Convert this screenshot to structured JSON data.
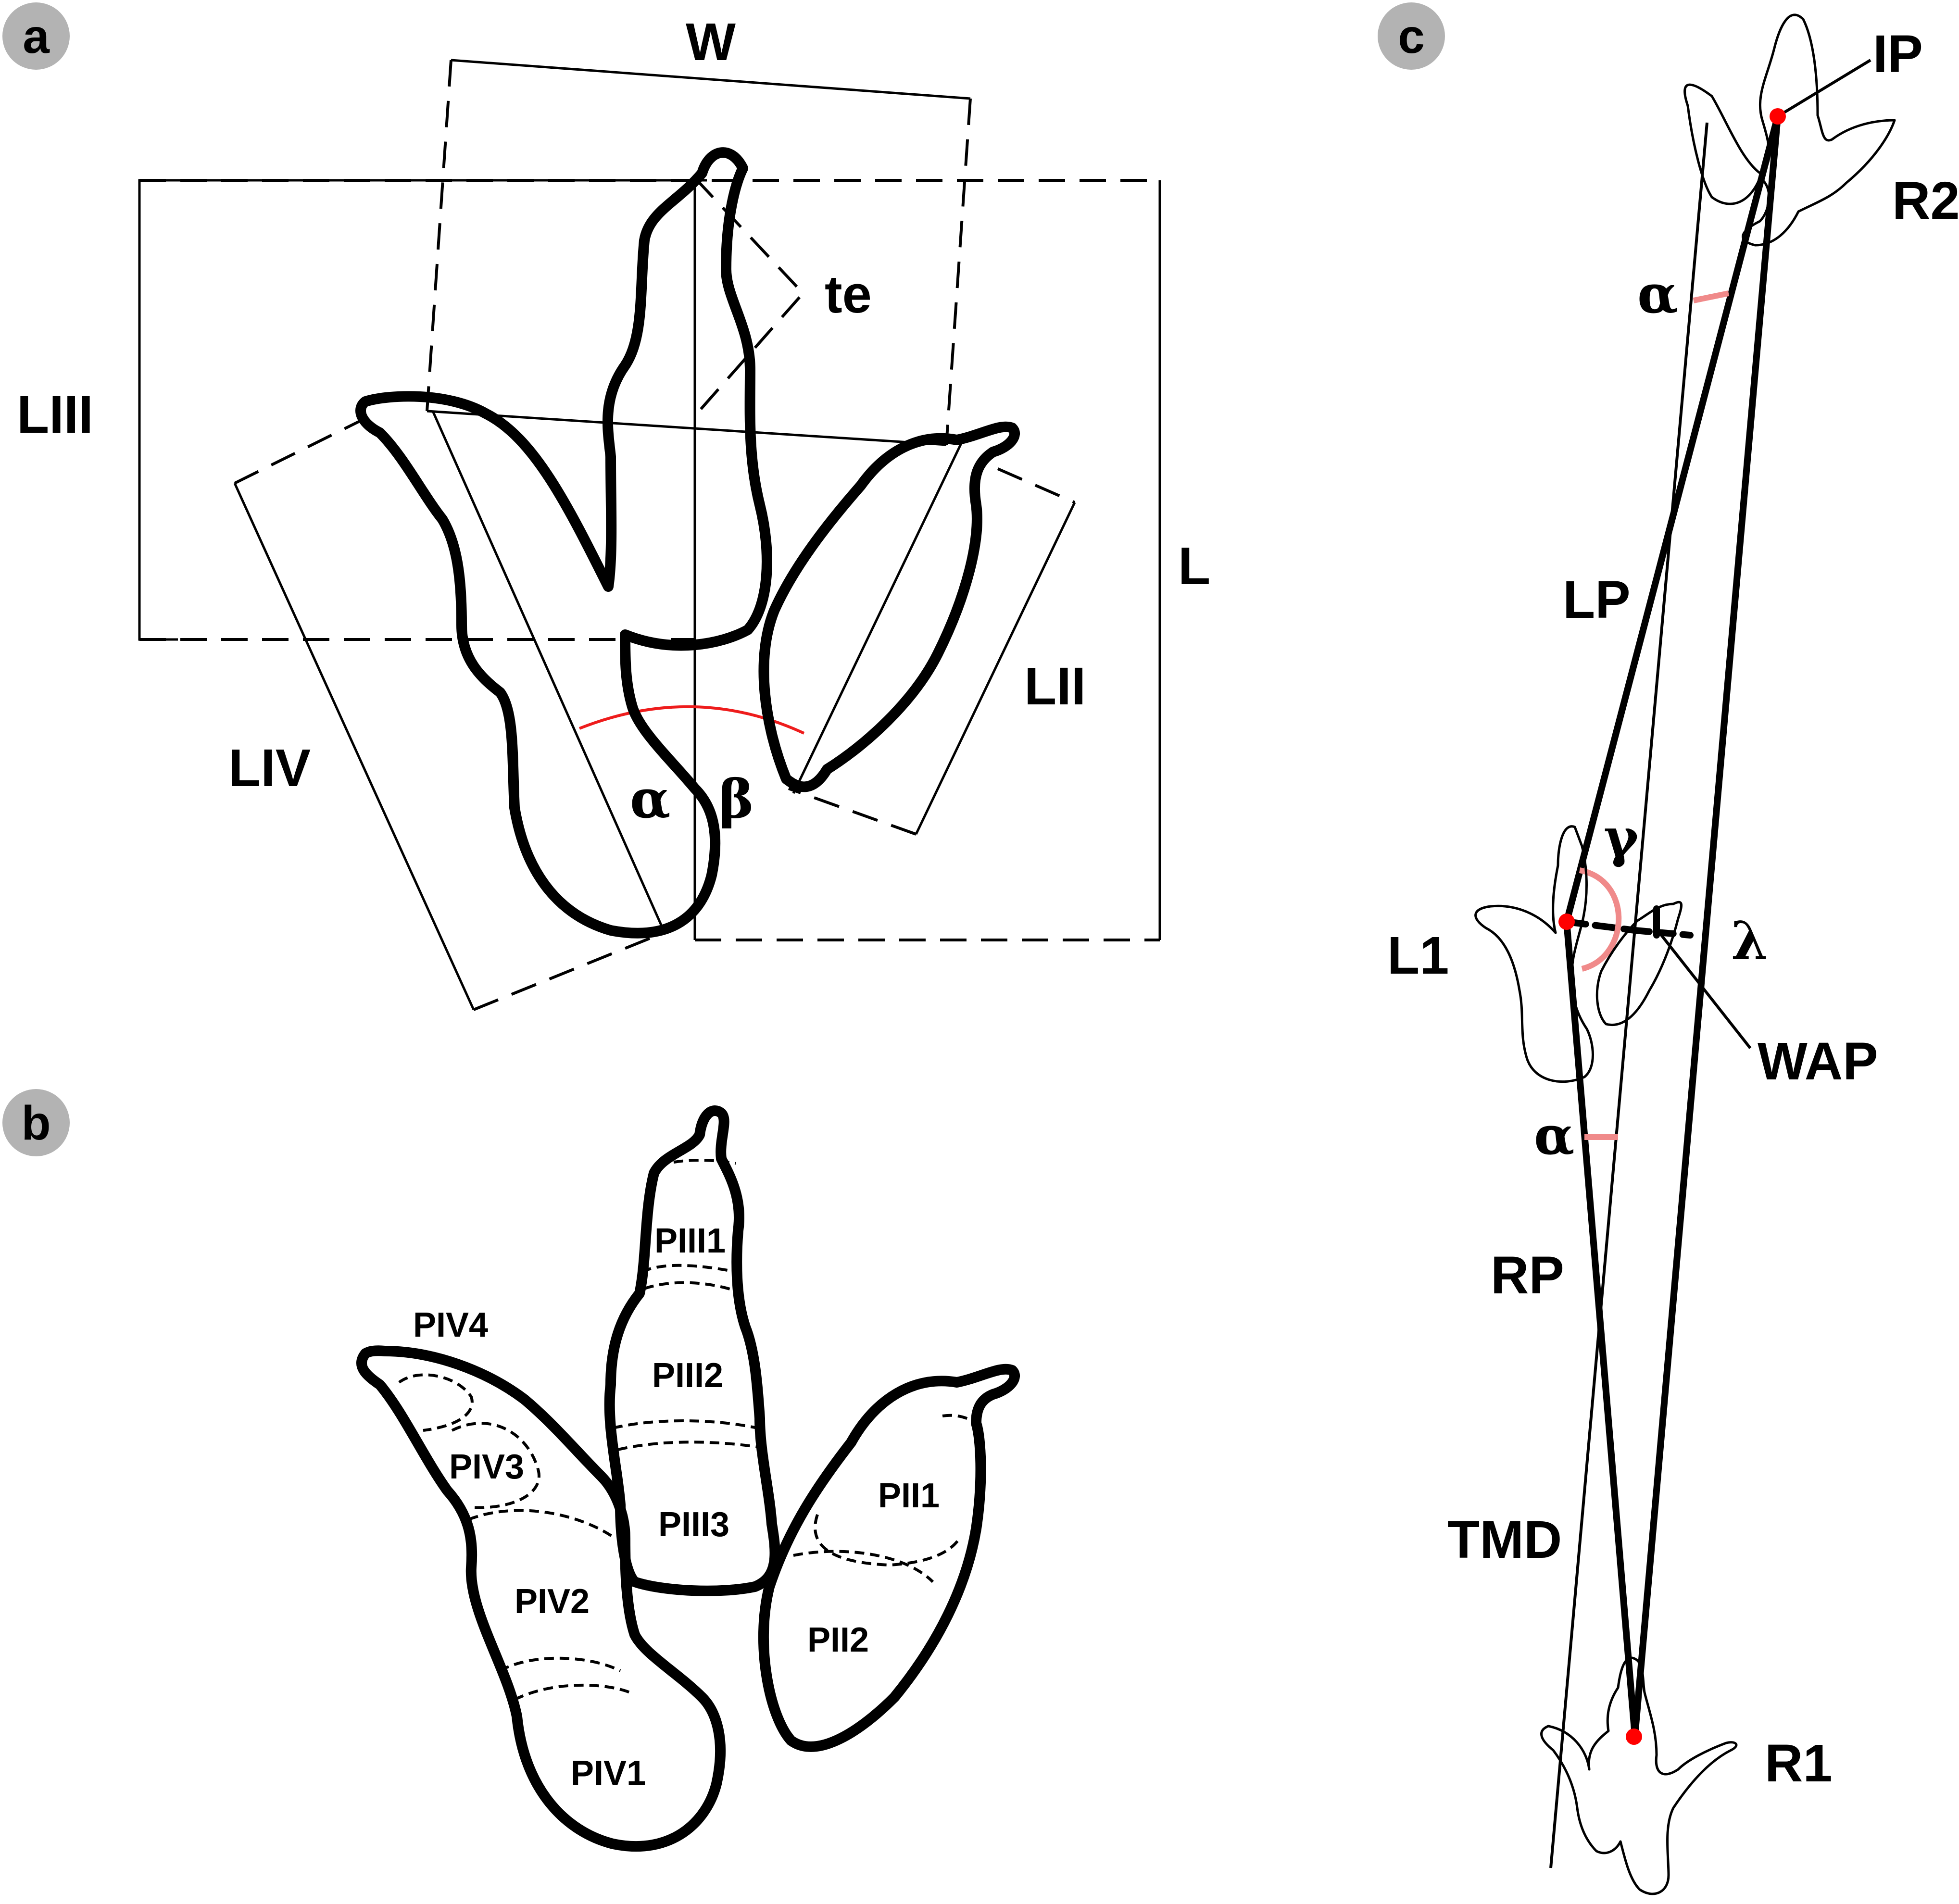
{
  "panels": {
    "a": {
      "badge": "a",
      "labels": {
        "W": "W",
        "te": "te",
        "LIII": "LIII",
        "L": "L",
        "LII": "LII",
        "LIV": "LIV",
        "alpha": "α",
        "beta": "β"
      }
    },
    "b": {
      "badge": "b",
      "pads": [
        "PIII1",
        "PIII2",
        "PIII3",
        "PIV4",
        "PIV3",
        "PIV2",
        "PIV1",
        "PII1",
        "PII2"
      ]
    },
    "c": {
      "badge": "c",
      "labels": {
        "IP": "IP",
        "R2": "R2",
        "alpha_top": "α",
        "LP": "LP",
        "gamma": "γ",
        "L1": "L1",
        "lambda": "λ",
        "WAP": "WAP",
        "alpha_bottom": "α",
        "RP": "RP",
        "TMD": "TMD",
        "R1": "R1"
      }
    }
  },
  "colors": {
    "badge_fill": "#b3b3b3",
    "angle_arc": "#ee1c1c",
    "angle_marker": "#f08a8a",
    "point_marker": "#ff0000",
    "outline": "#000000"
  }
}
